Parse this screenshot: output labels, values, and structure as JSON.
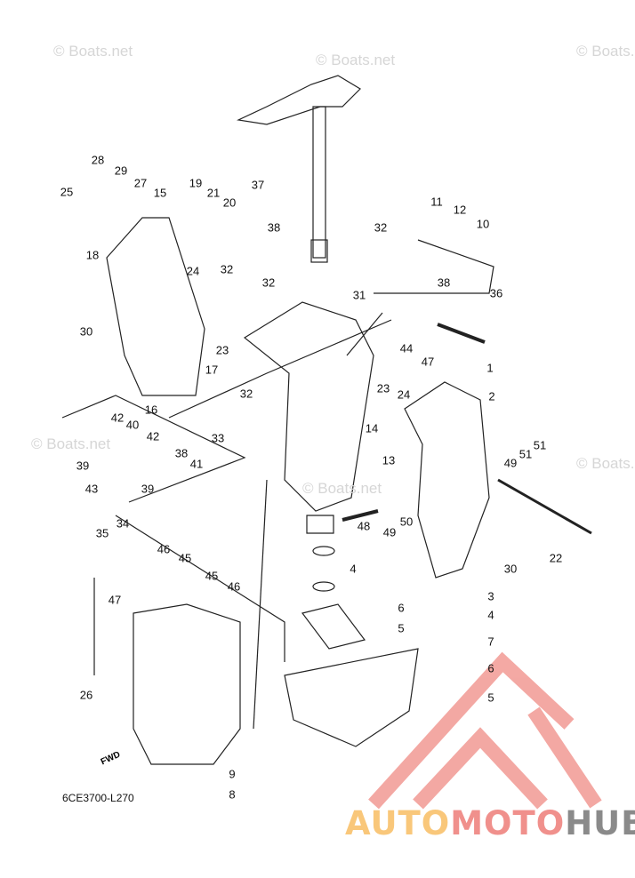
{
  "diagram_code": "6CE3700-L270",
  "watermark": "© Boats.net",
  "fwd_label": "FWD",
  "logo": {
    "part1": "AUTO",
    "part2": "MOTO",
    "part3": "HUB",
    "color1": "#f9c77a",
    "color2": "#f0908c",
    "color3": "#8a8a8a"
  },
  "callouts": [
    "28",
    "29",
    "27",
    "25",
    "15",
    "19",
    "21",
    "20",
    "37",
    "11",
    "12",
    "10",
    "32",
    "38",
    "18",
    "24",
    "32",
    "32",
    "38",
    "36",
    "31",
    "30",
    "23",
    "44",
    "47",
    "1",
    "23",
    "24",
    "2",
    "17",
    "16",
    "32",
    "42",
    "40",
    "42",
    "33",
    "14",
    "51",
    "51",
    "49",
    "39",
    "38",
    "41",
    "13",
    "43",
    "39",
    "48",
    "49",
    "50",
    "35",
    "34",
    "30",
    "22",
    "46",
    "45",
    "4",
    "3",
    "45",
    "46",
    "47",
    "6",
    "4",
    "5",
    "7",
    "6",
    "5",
    "26",
    "9",
    "8"
  ]
}
